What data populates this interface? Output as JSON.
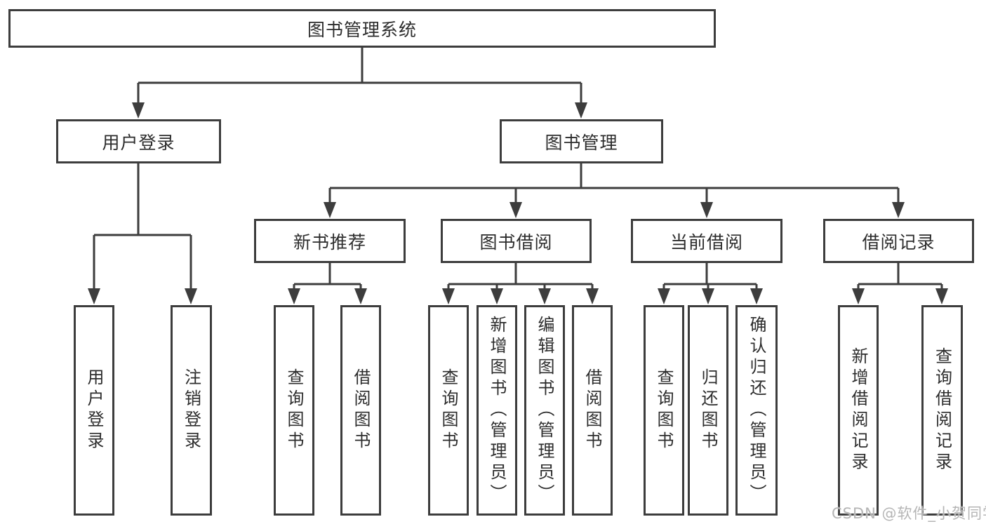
{
  "diagram": {
    "root": {
      "label": "图书管理系统"
    },
    "level2": [
      {
        "id": "user-login",
        "label": "用户登录",
        "children": [
          "用户登录",
          "注销登录"
        ]
      },
      {
        "id": "book-management",
        "label": "图书管理"
      }
    ],
    "level3": [
      {
        "id": "new-book-recommendation",
        "label": "新书推荐",
        "children": [
          "查询图书",
          "借阅图书"
        ]
      },
      {
        "id": "book-borrowing",
        "label": "图书借阅",
        "children": [
          "查询图书",
          "新增图书（管理员）",
          "编辑图书（管理员）",
          "借阅图书"
        ]
      },
      {
        "id": "current-borrowing",
        "label": "当前借阅",
        "children": [
          "查询图书",
          "归还图书",
          "确认归还（管理员）"
        ]
      },
      {
        "id": "borrowing-records",
        "label": "借阅记录",
        "children": [
          "新增借阅记录",
          "查询借阅记录"
        ]
      }
    ]
  },
  "watermark": {
    "text": "CSDN @软件_小贺同学"
  },
  "colors": {
    "line": "#3d3d3d",
    "text": "#2d2d2d",
    "background": "#ffffff",
    "watermark": "#b5b5b5"
  }
}
